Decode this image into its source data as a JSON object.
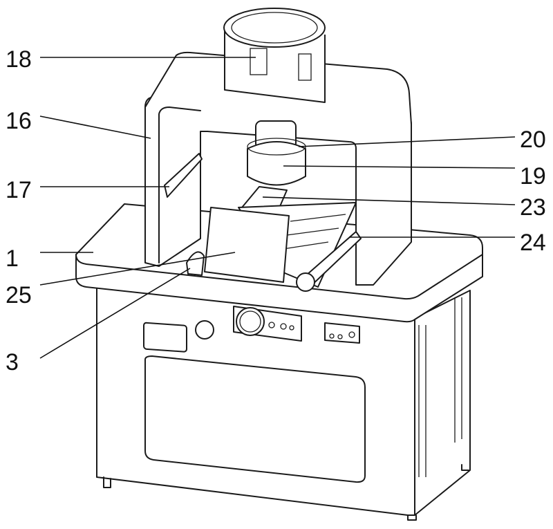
{
  "labels": {
    "l18": "18",
    "l16": "16",
    "l17": "17",
    "l1": "1",
    "l25": "25",
    "l3": "3",
    "l20": "20",
    "l19": "19",
    "l23": "23",
    "l24": "24"
  }
}
